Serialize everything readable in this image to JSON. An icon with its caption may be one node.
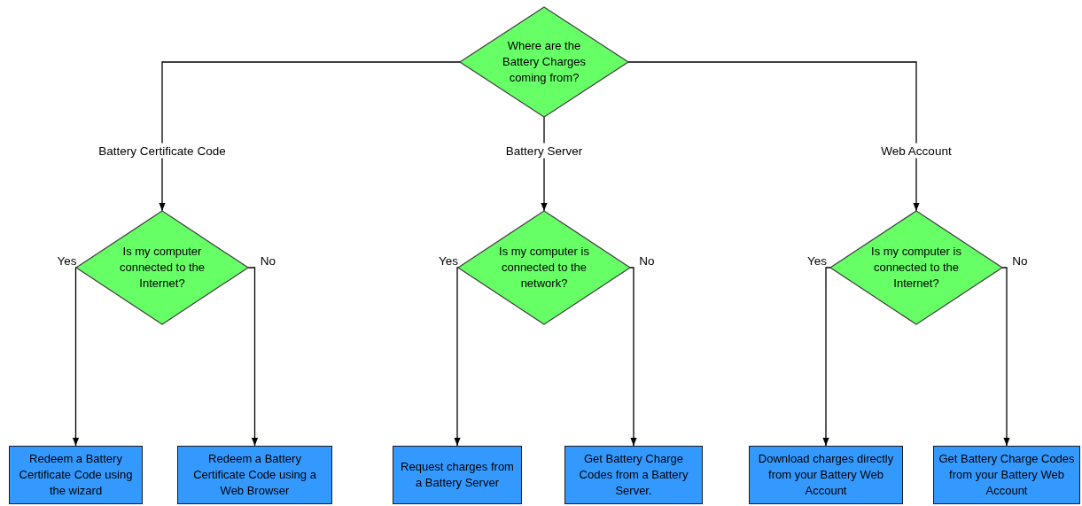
{
  "diagram": {
    "nodes": [
      {
        "text": [
          "Where are the Battery Charges coming from?"
        ]
      },
      {
        "text": [
          "Is my computer connected to the Internet?"
        ]
      },
      {
        "text": [
          "Is my computer is connected to the network?"
        ]
      },
      {
        "text": [
          "Is my computer is connected to the Internet?"
        ]
      },
      {
        "text": [
          "Redeem a Battery Certificate Code using the wizard"
        ]
      },
      {
        "text": [
          "Redeem a Battery Certificate Code using a Web Browser"
        ]
      },
      {
        "text": [
          "Request charges from a Battery Server"
        ]
      },
      {
        "text": [
          "Get Battery Charge Codes from a Battery Server."
        ]
      },
      {
        "text": [
          "Download charges directly from your Battery Web Account"
        ]
      },
      {
        "text": [
          "Get Battery Charge Codes from your Battery Web Account"
        ]
      }
    ],
    "edges": [
      {
        "from": 0,
        "to": 1,
        "arrow": "to",
        "label": "Battery Certificate Code"
      },
      {
        "from": 0,
        "to": 2,
        "arrow": "to",
        "label": "Battery Server"
      },
      {
        "from": 0,
        "to": 3,
        "arrow": "to",
        "label": "Web Account"
      },
      {
        "from": 1,
        "to": 4,
        "arrow": "to",
        "label": "Yes"
      },
      {
        "from": 1,
        "to": 5,
        "arrow": "to",
        "label": "No"
      },
      {
        "from": 2,
        "to": 6,
        "arrow": "to",
        "label": "Yes"
      },
      {
        "from": 2,
        "to": 7,
        "arrow": "to",
        "label": "No"
      },
      {
        "from": 3,
        "to": 8,
        "arrow": "to",
        "label": "Yes"
      },
      {
        "from": 3,
        "to": 9,
        "arrow": "to",
        "label": "No"
      }
    ]
  }
}
